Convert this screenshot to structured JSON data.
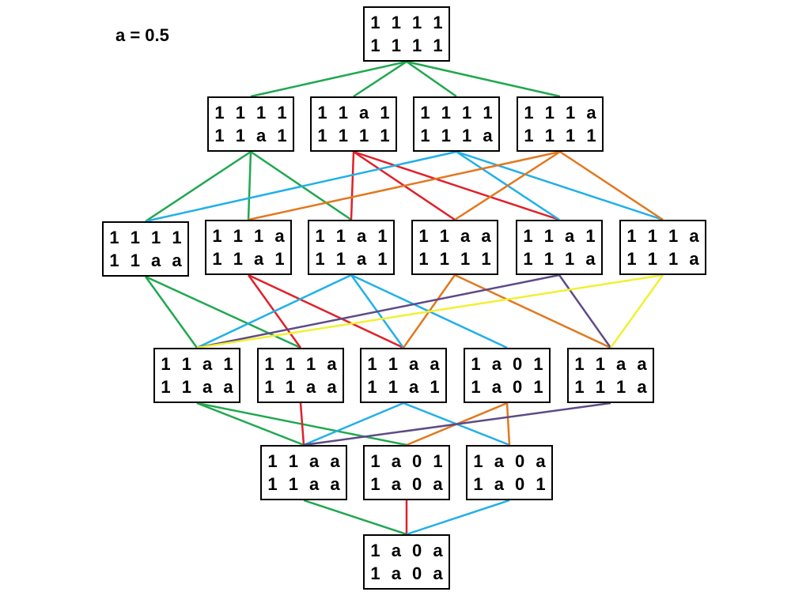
{
  "parameter_label": "a = 0.5",
  "colors": {
    "green": "#1fa84f",
    "red": "#e0202a",
    "blue": "#20b0e8",
    "orange": "#e2781e",
    "purple": "#5e4a86",
    "yellow": "#f2f030"
  },
  "nodes": [
    {
      "id": "r0",
      "top": "1 1 1 1",
      "bottom": "1 1 1 1"
    },
    {
      "id": "r1a",
      "top": "1 1 1 1",
      "bottom": "1 1 a 1"
    },
    {
      "id": "r1b",
      "top": "1 1 a 1",
      "bottom": "1 1 1 1"
    },
    {
      "id": "r1c",
      "top": "1 1 1 1",
      "bottom": "1 1 1 a"
    },
    {
      "id": "r1d",
      "top": "1 1 1 a",
      "bottom": "1 1 1 1"
    },
    {
      "id": "r2a",
      "top": "1 1 1 1",
      "bottom": "1 1 a a"
    },
    {
      "id": "r2b",
      "top": "1 1 1 a",
      "bottom": "1 1 a 1"
    },
    {
      "id": "r2c",
      "top": "1 1 a 1",
      "bottom": "1 1 a 1"
    },
    {
      "id": "r2d",
      "top": "1 1 a a",
      "bottom": "1 1 1 1"
    },
    {
      "id": "r2e",
      "top": "1 1 a 1",
      "bottom": "1 1 1 a"
    },
    {
      "id": "r2f",
      "top": "1 1 1 a",
      "bottom": "1 1 1 a"
    },
    {
      "id": "r3a",
      "top": "1 1 a 1",
      "bottom": "1 1 a a"
    },
    {
      "id": "r3b",
      "top": "1 1 1 a",
      "bottom": "1 1 a a"
    },
    {
      "id": "r3c",
      "top": "1 1 a a",
      "bottom": "1 1 a 1"
    },
    {
      "id": "r3d",
      "top": "1 a 0 1",
      "bottom": "1 a 0 1"
    },
    {
      "id": "r3e",
      "top": "1 1 a a",
      "bottom": "1 1 1 a"
    },
    {
      "id": "r4a",
      "top": "1 1 a a",
      "bottom": "1 1 a a"
    },
    {
      "id": "r4b",
      "top": "1 a 0 1",
      "bottom": "1 a 0 a"
    },
    {
      "id": "r4c",
      "top": "1 a 0 a",
      "bottom": "1 a 0 1"
    },
    {
      "id": "r5",
      "top": "1 a 0 a",
      "bottom": "1 a 0 a"
    }
  ],
  "edges": [
    {
      "from": "r0",
      "to": "r1a",
      "color": "green"
    },
    {
      "from": "r0",
      "to": "r1b",
      "color": "green"
    },
    {
      "from": "r0",
      "to": "r1c",
      "color": "green"
    },
    {
      "from": "r0",
      "to": "r1d",
      "color": "green"
    },
    {
      "from": "r1a",
      "to": "r2a",
      "color": "green"
    },
    {
      "from": "r1a",
      "to": "r2b",
      "color": "green"
    },
    {
      "from": "r1a",
      "to": "r2c",
      "color": "green"
    },
    {
      "from": "r1b",
      "to": "r2c",
      "color": "red"
    },
    {
      "from": "r1b",
      "to": "r2d",
      "color": "red"
    },
    {
      "from": "r1b",
      "to": "r2e",
      "color": "red"
    },
    {
      "from": "r1c",
      "to": "r2a",
      "color": "blue"
    },
    {
      "from": "r1c",
      "to": "r2e",
      "color": "blue"
    },
    {
      "from": "r1c",
      "to": "r2f",
      "color": "blue"
    },
    {
      "from": "r1d",
      "to": "r2b",
      "color": "orange"
    },
    {
      "from": "r1d",
      "to": "r2d",
      "color": "orange"
    },
    {
      "from": "r1d",
      "to": "r2f",
      "color": "orange"
    },
    {
      "from": "r2a",
      "to": "r3a",
      "color": "green"
    },
    {
      "from": "r2a",
      "to": "r3b",
      "color": "green"
    },
    {
      "from": "r2b",
      "to": "r3b",
      "color": "red"
    },
    {
      "from": "r2b",
      "to": "r3c",
      "color": "red"
    },
    {
      "from": "r2c",
      "to": "r3a",
      "color": "blue"
    },
    {
      "from": "r2c",
      "to": "r3c",
      "color": "blue"
    },
    {
      "from": "r2c",
      "to": "r3d",
      "color": "blue"
    },
    {
      "from": "r2d",
      "to": "r3c",
      "color": "orange"
    },
    {
      "from": "r2d",
      "to": "r3e",
      "color": "orange"
    },
    {
      "from": "r2e",
      "to": "r3a",
      "color": "purple"
    },
    {
      "from": "r2e",
      "to": "r3e",
      "color": "purple"
    },
    {
      "from": "r2f",
      "to": "r3a",
      "color": "yellow"
    },
    {
      "from": "r2f",
      "to": "r3e",
      "color": "yellow"
    },
    {
      "from": "r3a",
      "to": "r4a",
      "color": "green"
    },
    {
      "from": "r3a",
      "to": "r4b",
      "color": "green"
    },
    {
      "from": "r3b",
      "to": "r4a",
      "color": "red"
    },
    {
      "from": "r3c",
      "to": "r4a",
      "color": "blue"
    },
    {
      "from": "r3c",
      "to": "r4c",
      "color": "blue"
    },
    {
      "from": "r3d",
      "to": "r4b",
      "color": "orange"
    },
    {
      "from": "r3d",
      "to": "r4c",
      "color": "orange"
    },
    {
      "from": "r3e",
      "to": "r4a",
      "color": "purple"
    },
    {
      "from": "r4a",
      "to": "r5",
      "color": "green"
    },
    {
      "from": "r4b",
      "to": "r5",
      "color": "red"
    },
    {
      "from": "r4c",
      "to": "r5",
      "color": "blue"
    }
  ]
}
